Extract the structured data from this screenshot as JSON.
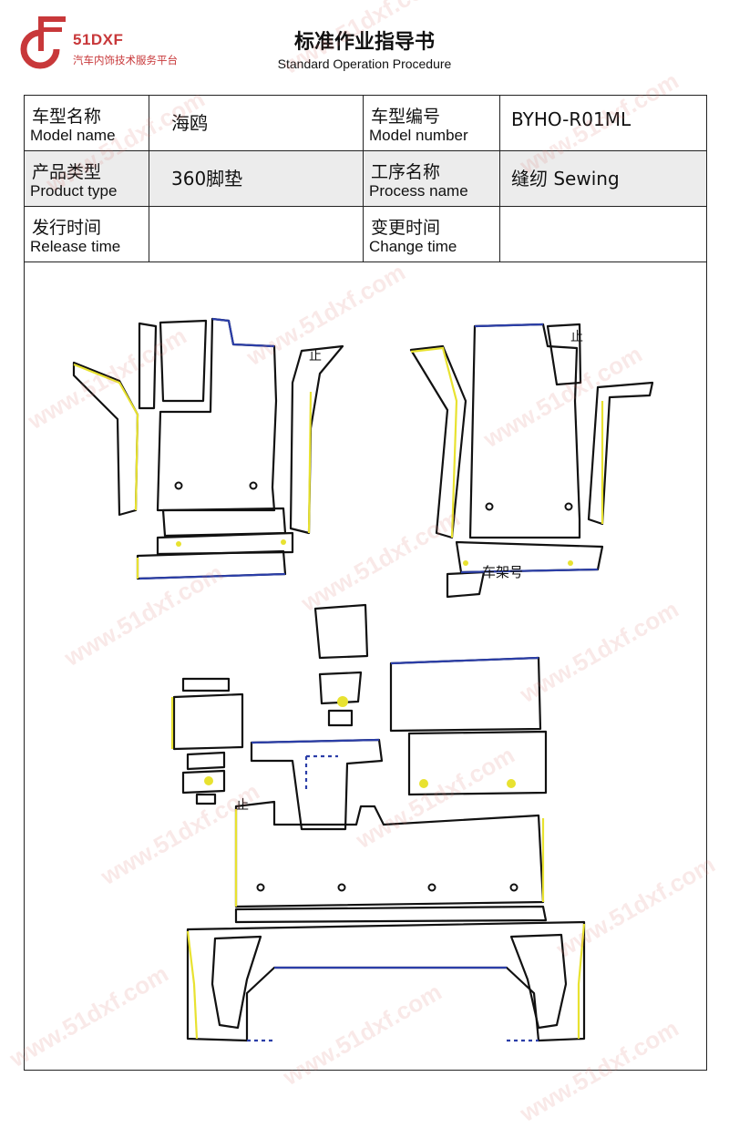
{
  "header": {
    "brand_name": "51DXF",
    "brand_tagline": "汽车内饰技术服务平台",
    "title": "标准作业指导书",
    "subtitle": "Standard Operation Procedure",
    "colors": {
      "brand": "#c8383a",
      "outline": "#111111",
      "seam_yellow": "#e8e230",
      "seam_blue": "#2b3ea8"
    }
  },
  "info_table": {
    "rows": [
      {
        "left_label_cn": "车型名称",
        "left_label_en": "Model name",
        "left_value": "海鸥",
        "right_label_cn": "车型编号",
        "right_label_en": "Model number",
        "right_value": "BYHO-R01ML"
      },
      {
        "left_label_cn": "产品类型",
        "left_label_en": "Product type",
        "left_value": "360脚垫",
        "right_label_cn": "工序名称",
        "right_label_en": "Process name",
        "right_value": "缝纫 Sewing"
      },
      {
        "left_label_cn": "发行时间",
        "left_label_en": "Release time",
        "left_value": "",
        "right_label_cn": "变更时间",
        "right_label_en": "Change time",
        "right_value": ""
      }
    ]
  },
  "drawing": {
    "marks": {
      "stop_mark": "止",
      "frame_number": "车架号"
    },
    "watermark": "www.51dxf.com"
  }
}
